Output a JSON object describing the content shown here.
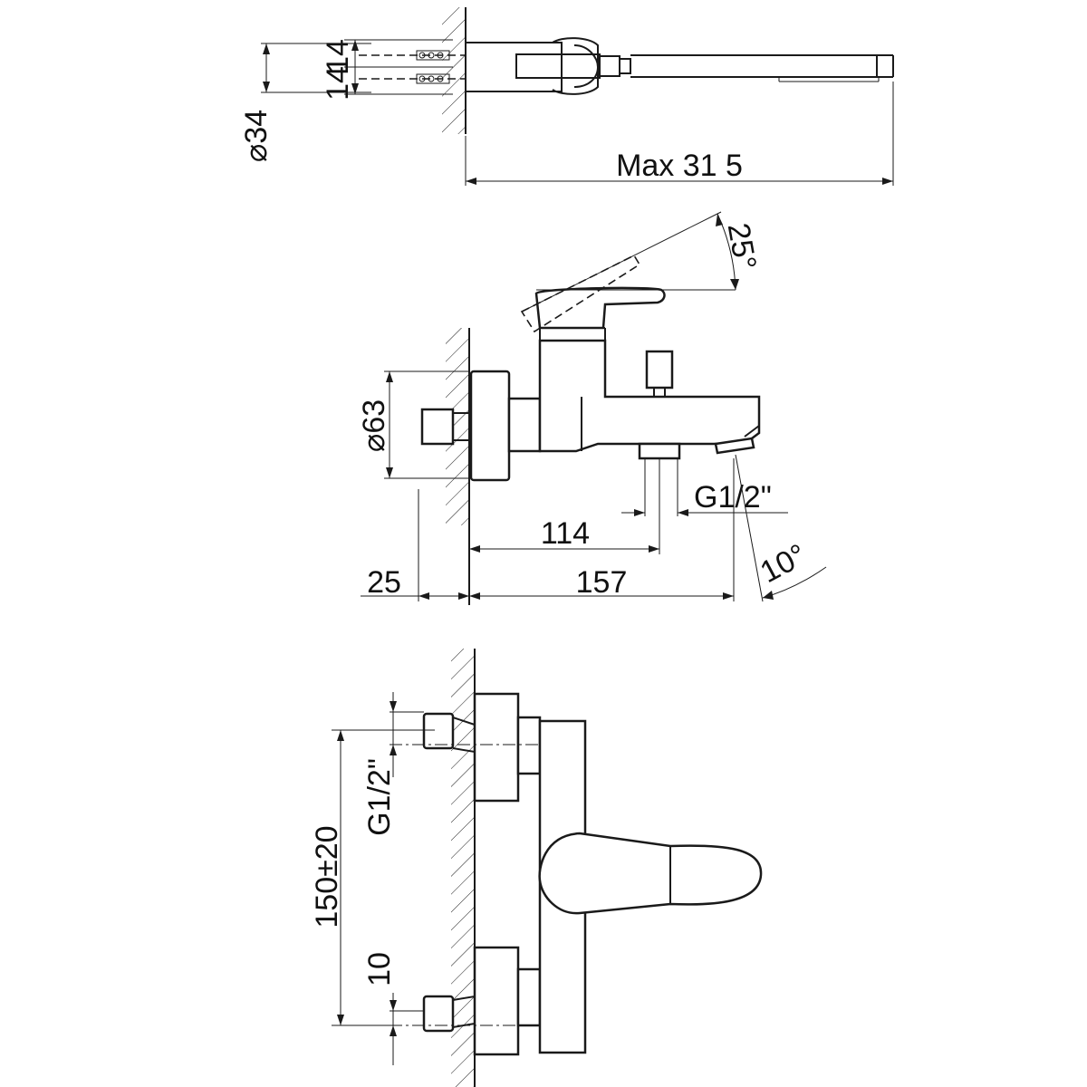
{
  "dimensions": {
    "top_diameter": "⌀34",
    "top_offset_upper": "14",
    "top_offset_lower": "14",
    "hose_length": "Max 31 5",
    "lever_angle": "25°",
    "body_diameter": "⌀63",
    "thread_side": "G1/2\"",
    "spout_to_outlet": "114",
    "wall_offset": "25",
    "overall_depth": "157",
    "spout_angle": "10°",
    "inlet_thread": "G1/2\"",
    "inlet_spacing": "150±20",
    "inlet_offset": "10"
  }
}
